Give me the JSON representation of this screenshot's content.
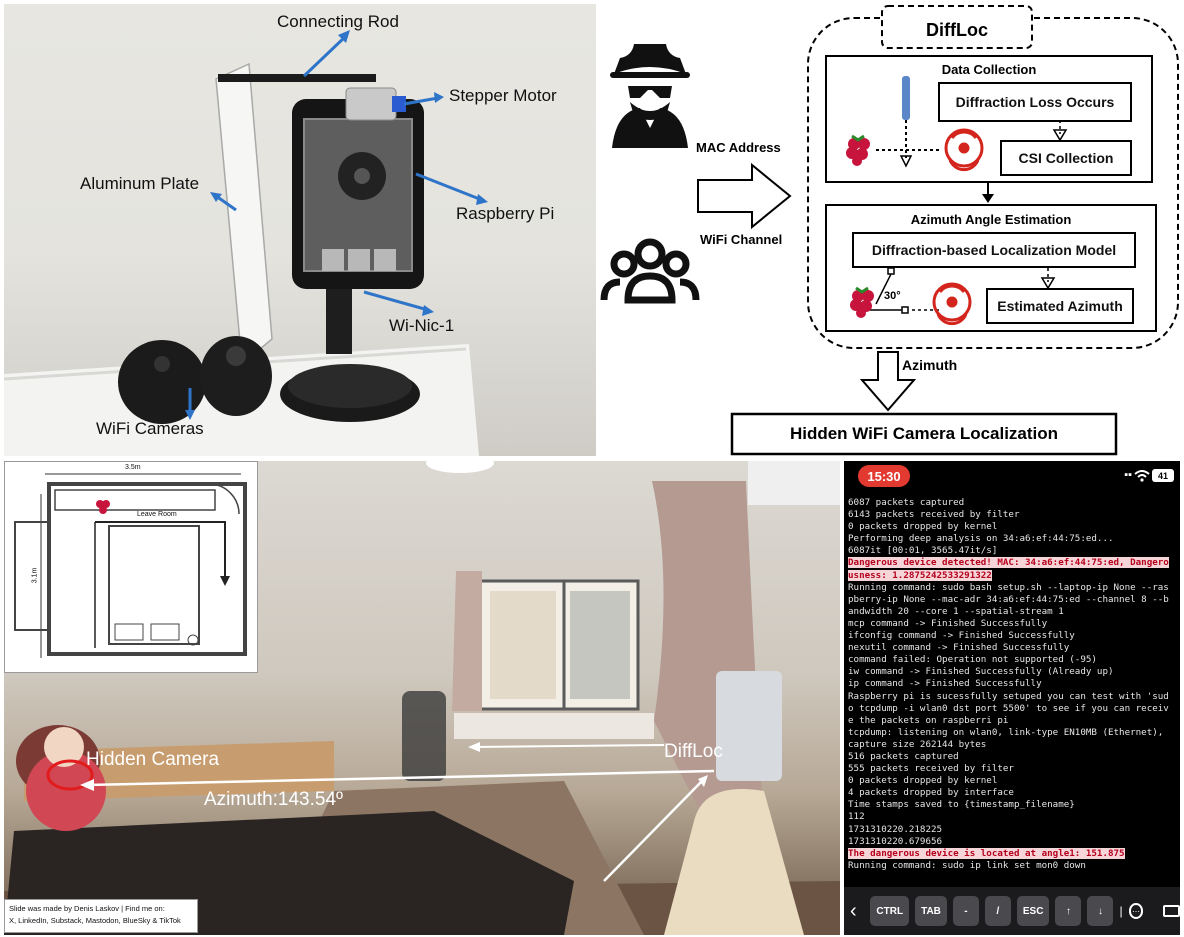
{
  "hardware_photo": {
    "labels": {
      "connecting_rod": "Connecting Rod",
      "stepper_motor": "Stepper Motor",
      "aluminum_plate": "Aluminum Plate",
      "raspberry_pi": "Raspberry Pi",
      "wi_nic": "Wi-Nic-1",
      "wifi_cameras": "WiFi Cameras"
    }
  },
  "diagram": {
    "title": "DiffLoc",
    "left_labels": {
      "mac": "MAC Address",
      "channel": "WiFi Channel"
    },
    "data_collection": {
      "title": "Data Collection",
      "diffraction": "Diffraction Loss Occurs",
      "csi": "CSI Collection"
    },
    "azimuth_estimation": {
      "title": "Azimuth Angle Estimation",
      "model": "Diffraction-based Localization Model",
      "angle": "30°",
      "estimated": "Estimated Azimuth"
    },
    "output_arrow_label": "Azimuth",
    "final": "Hidden WiFi Camera Localization"
  },
  "room_photo": {
    "floorplan": {
      "width": "3.5m",
      "height": "3.1m",
      "leave": "Leave Room"
    },
    "hidden_camera": "Hidden Camera",
    "azimuth": "Azimuth:143.54º",
    "diffloc": "DiffLoc",
    "credit": {
      "line1": "Slide was made by Denis Laskov | Find me on:",
      "line2": "X, LinkedIn, Substack, Mastodon, BlueSky & TikTok"
    }
  },
  "phone": {
    "time": "15:30",
    "battery": "41",
    "lines": [
      "6087 packets captured",
      "6143 packets received by filter",
      "0 packets dropped by kernel",
      "Performing deep analysis on 34:a6:ef:44:75:ed...",
      "6087it [00:01, 3565.47it/s]",
      "Dangerous device detected! MAC: 34:a6:ef:44:75:ed, Dangero",
      "usness: 1.2875242533291322",
      "Running command: sudo bash setup.sh --laptop-ip None --ras",
      "pberry-ip None --mac-adr 34:a6:ef:44:75:ed --channel 8 --b",
      "andwidth 20 --core 1 --spatial-stream 1",
      "mcp command -> Finished Successfully",
      "ifconfig command -> Finished Successfully",
      "nexutil command -> Finished Successfully",
      "command failed: Operation not supported (-95)",
      "iw command -> Finished Successfully (Already up)",
      "ip command -> Finished Successfully",
      "Raspberry pi is sucessfully setuped you can test with 'sud",
      "o tcpdump -i wlan0 dst port 5500' to see if you can receiv",
      "e the packets on raspberri pi",
      "tcpdump: listening on wlan0, link-type EN10MB (Ethernet),",
      "capture size 262144 bytes",
      "516 packets captured",
      "555 packets received by filter",
      "0 packets dropped by kernel",
      "4 packets dropped by interface",
      "Time stamps saved to {timestamp_filename}",
      "112",
      "1731310220.218225",
      "1731310220.679656",
      "The dangerous device is located at angle1: 151.875",
      "Running command: sudo ip link set mon0 down"
    ],
    "keys": [
      "CTRL",
      "TAB",
      "-",
      "/",
      "ESC",
      "↑",
      "↓"
    ]
  }
}
